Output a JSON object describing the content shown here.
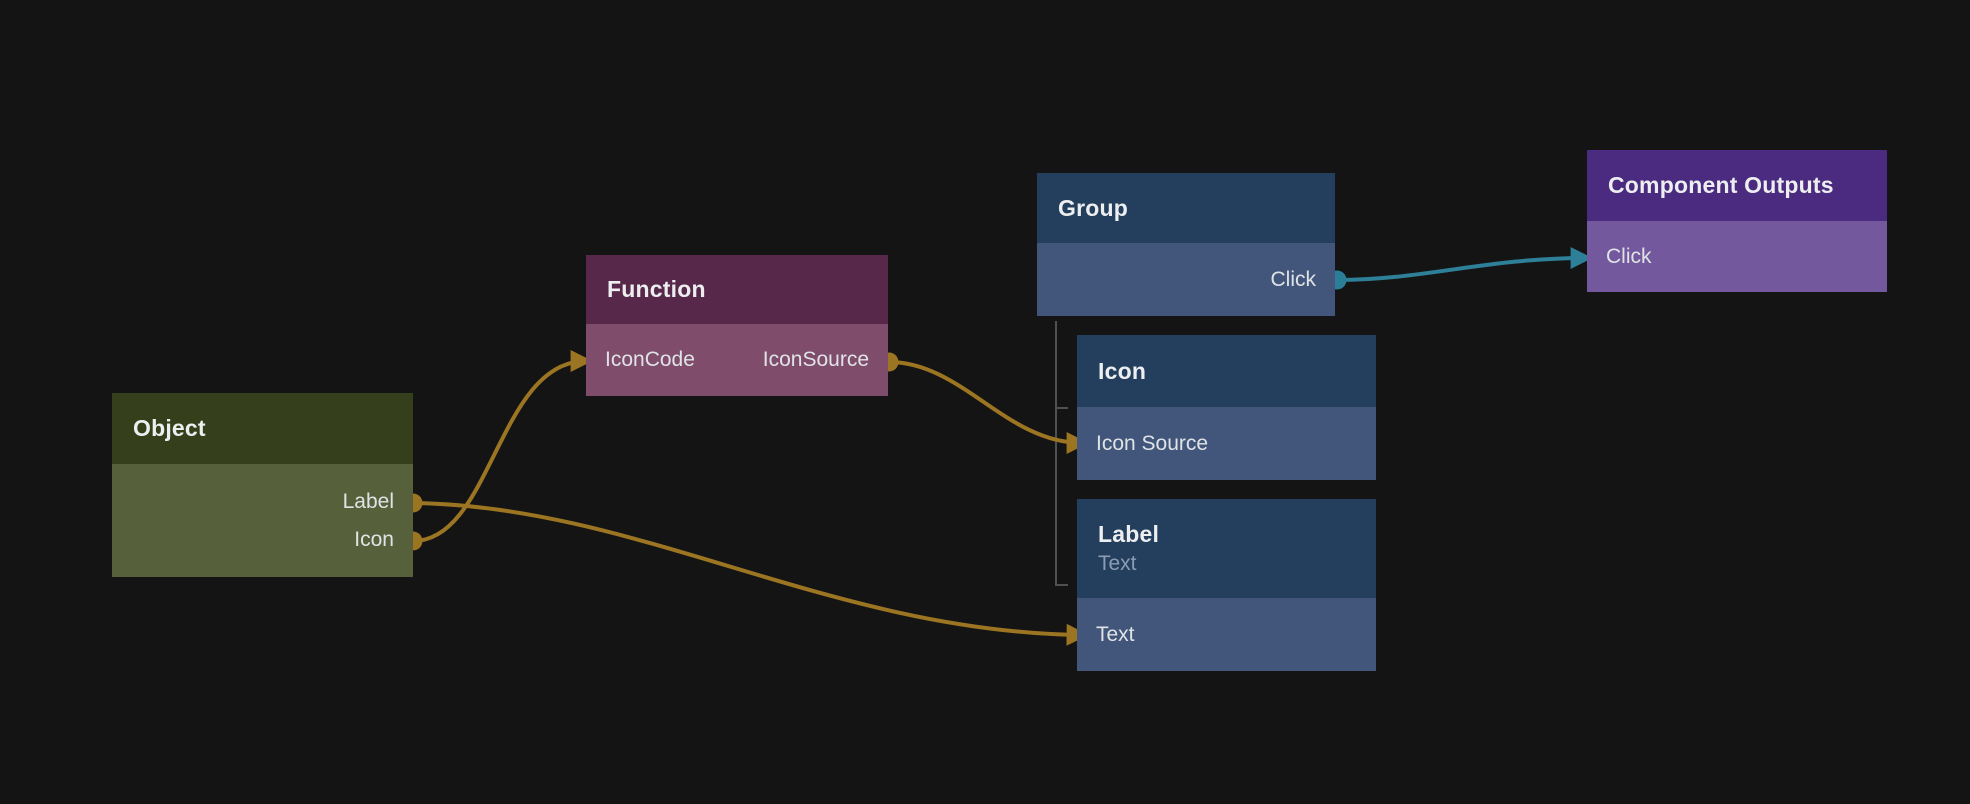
{
  "canvas": {
    "background": "#141414"
  },
  "nodes": {
    "object": {
      "title": "Object",
      "ports": [
        {
          "label": "Label",
          "direction": "output"
        },
        {
          "label": "Icon",
          "direction": "output"
        }
      ]
    },
    "function": {
      "title": "Function",
      "ports": [
        {
          "label": "IconCode",
          "direction": "input"
        },
        {
          "label": "IconSource",
          "direction": "output"
        }
      ]
    },
    "group": {
      "title": "Group",
      "ports": [
        {
          "label": "Click",
          "direction": "output"
        }
      ]
    },
    "icon": {
      "title": "Icon",
      "ports": [
        {
          "label": "Icon Source",
          "direction": "input"
        }
      ]
    },
    "label": {
      "title": "Label",
      "subtitle": "Text",
      "ports": [
        {
          "label": "Text",
          "direction": "input"
        }
      ]
    },
    "component_outputs": {
      "title": "Component Outputs",
      "ports": [
        {
          "label": "Click",
          "direction": "input"
        }
      ]
    }
  },
  "edges": [
    {
      "from": "Object.Icon",
      "to": "Function.IconCode",
      "color": "#9c7522"
    },
    {
      "from": "Object.Label",
      "to": "Label.Text",
      "color": "#9c7522"
    },
    {
      "from": "Function.IconSource",
      "to": "Icon.Icon Source",
      "color": "#9c7522"
    },
    {
      "from": "Group.Click",
      "to": "Component Outputs.Click",
      "color": "#2e7f98"
    }
  ],
  "hierarchy": {
    "parent": "Group",
    "children": [
      "Icon",
      "Label"
    ]
  },
  "colors": {
    "background": "#141414",
    "wire_gold": "#9c7522",
    "wire_teal": "#2e7f98",
    "hierarchy_line": "#4f5052",
    "object_header": "#353f1b",
    "object_body": "#56603a",
    "function_header": "#57284a",
    "function_body": "#7f4c6c",
    "blue_header": "#243e5d",
    "blue_body": "#41567a",
    "purple_header": "#4b2b80",
    "purple_body": "#73589d",
    "title_text": "#eceef0",
    "port_text": "#e0e3e6",
    "subtitle_text": "#8b9cb3"
  }
}
